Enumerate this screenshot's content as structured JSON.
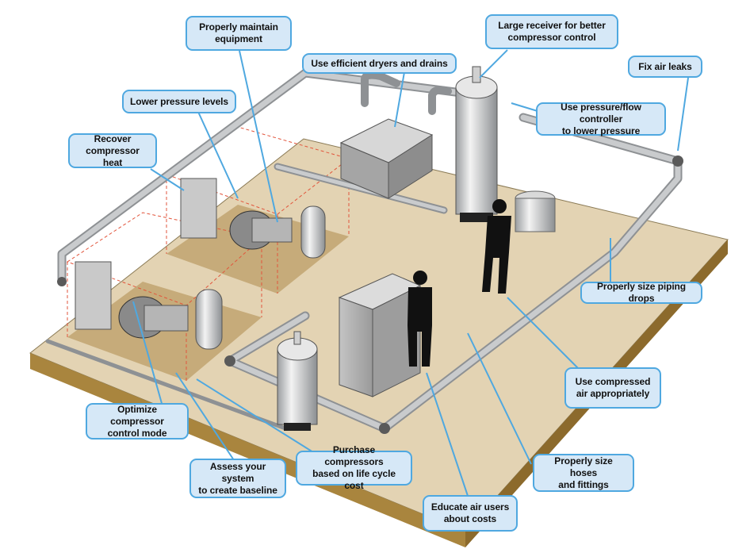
{
  "diagram": {
    "title": "Compressed air system energy-efficiency opportunities",
    "colors": {
      "callout_fill": "#d6e8f7",
      "callout_border": "#4fa8e0",
      "leader_line": "#4fa8e0",
      "floor_top": "#e3d3b3",
      "floor_edge": "#a9853e",
      "compressor_pad": "#c6ab7a",
      "pipe": "#b9bcbf",
      "pipe_elbow": "#5a5a5a",
      "enclosure_dashes": "#e2553c",
      "silhouette": "#111111"
    },
    "callouts": [
      {
        "id": "maintain",
        "text": "Properly maintain\nequipment"
      },
      {
        "id": "dryers",
        "text": "Use efficient dryers and drains"
      },
      {
        "id": "receiver",
        "text": "Large receiver for better\ncompressor control"
      },
      {
        "id": "leaks",
        "text": "Fix air leaks"
      },
      {
        "id": "controller",
        "text": "Use pressure/flow controller\nto lower pressure"
      },
      {
        "id": "pressure",
        "text": "Lower pressure levels"
      },
      {
        "id": "heat",
        "text": "Recover\ncompressor heat"
      },
      {
        "id": "drops",
        "text": "Properly size piping drops"
      },
      {
        "id": "appropriate",
        "text": "Use compressed\nair appropriately"
      },
      {
        "id": "control_mode",
        "text": "Optimize compressor\ncontrol mode"
      },
      {
        "id": "baseline",
        "text": "Assess your system\nto create baseline"
      },
      {
        "id": "purchase",
        "text": "Purchase compressors\nbased on life cycle cost"
      },
      {
        "id": "hoses",
        "text": "Properly size hoses\nand fittings"
      },
      {
        "id": "educate",
        "text": "Educate air users\nabout costs"
      }
    ]
  }
}
